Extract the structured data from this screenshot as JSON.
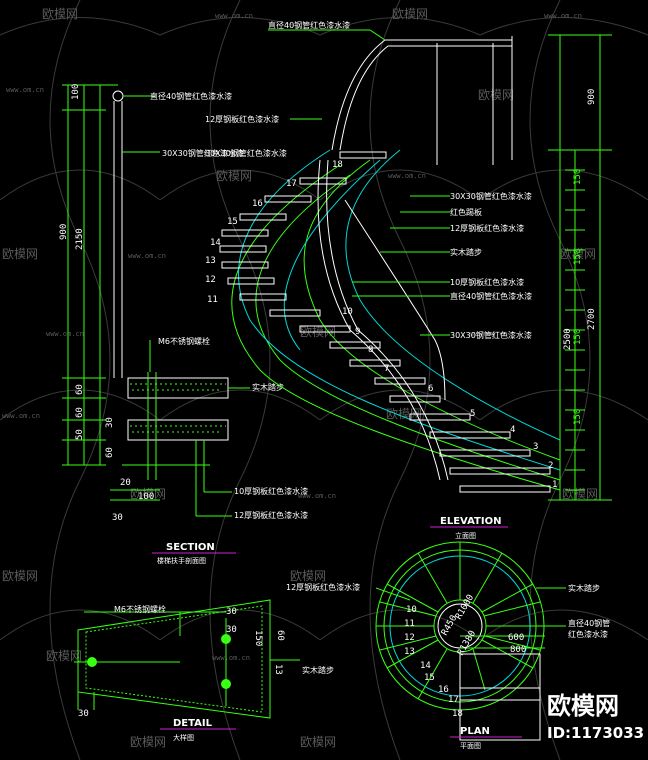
{
  "watermark": {
    "brand": "欧模网",
    "site": "www.om.cn"
  },
  "brand_badge": {
    "name": "欧模网",
    "id": "ID:1173033"
  },
  "section": {
    "title": "SECTION",
    "subtitle": "楼梯扶手剖面图",
    "labels": {
      "rail_round": "直径40钢管红色漆水漆",
      "rail_flat": "12厚钢板红色漆水漆",
      "post": "30X30钢管红色漆水漆",
      "bolt": "M6不锈钢螺栓",
      "tread": "实木踏步",
      "plate10": "10厚钢板红色漆水漆",
      "plate12": "12厚钢板红色漆水漆"
    },
    "dims_v": [
      "100",
      "900",
      "2150",
      "60",
      "60",
      "50",
      "30",
      "60"
    ],
    "dims_h": [
      "20",
      "100",
      "30"
    ]
  },
  "elevation": {
    "title": "ELEVATION",
    "subtitle": "立面图",
    "labels": [
      "直径40钢管红色漆水漆",
      "12厚钢板红色漆水漆",
      "30X30钢管红色漆水漆",
      "30X30钢管红色漆水漆",
      "红色踢板",
      "12厚钢板红色漆水漆",
      "实木踏步",
      "10厚钢板红色漆水漆",
      "直径40钢管红色漆水漆",
      "30X30钢管红色漆水漆"
    ],
    "step_numbers": [
      "18",
      "17",
      "16",
      "15",
      "14",
      "13",
      "12",
      "11",
      "10",
      "9",
      "8",
      "7",
      "6",
      "5",
      "4",
      "3",
      "2",
      "1"
    ],
    "dims": {
      "rail_h": "900",
      "total": "2700",
      "sub": "2500",
      "riser": "150"
    }
  },
  "plan": {
    "title": "PLAN",
    "subtitle": "平面图",
    "labels": {
      "plate": "12厚钢板红色漆水漆",
      "tread": "实木踏步",
      "pipe": "直径40钢管",
      "pipe2": "红色漆水漆"
    },
    "dims": {
      "inner": "600",
      "outer": "800",
      "r1": "R450",
      "r2": "R1000",
      "r3": "R1380"
    },
    "step_numbers": [
      "10",
      "11",
      "12",
      "13",
      "14",
      "15",
      "16",
      "17",
      "18"
    ]
  },
  "detail": {
    "title": "DETAIL",
    "subtitle": "大样图",
    "labels": {
      "bolt": "M6不锈钢螺栓",
      "tread": "实木踏步"
    },
    "dims": [
      "30",
      "30",
      "150",
      "60",
      "13",
      "30"
    ]
  }
}
